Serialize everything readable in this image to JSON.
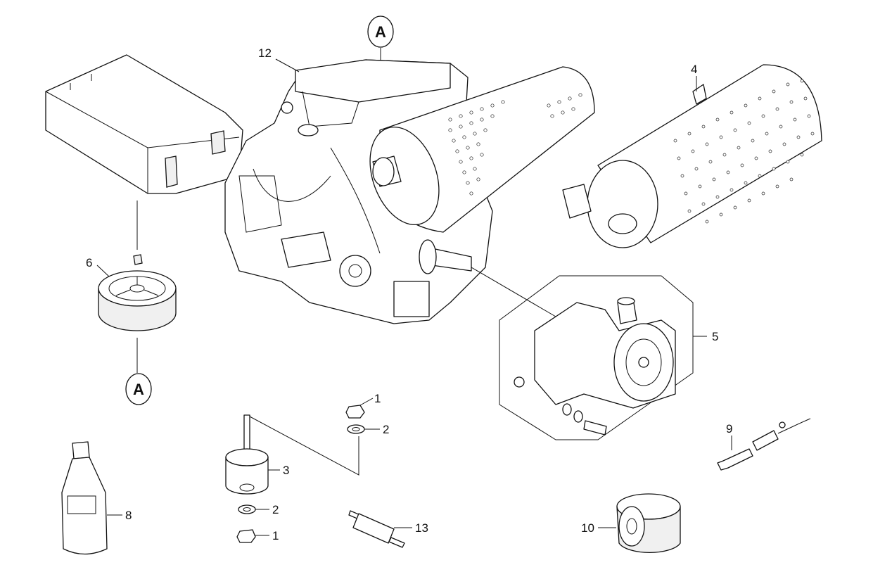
{
  "callouts": {
    "c12": "12",
    "c4": "4",
    "c6": "6",
    "c5": "5",
    "c1a": "1",
    "c2a": "2",
    "c3": "3",
    "c2b": "2",
    "c1b": "1",
    "c8": "8",
    "c13": "13",
    "c9": "9",
    "c10": "10"
  },
  "refs": {
    "top": "A",
    "bottom": "A"
  }
}
